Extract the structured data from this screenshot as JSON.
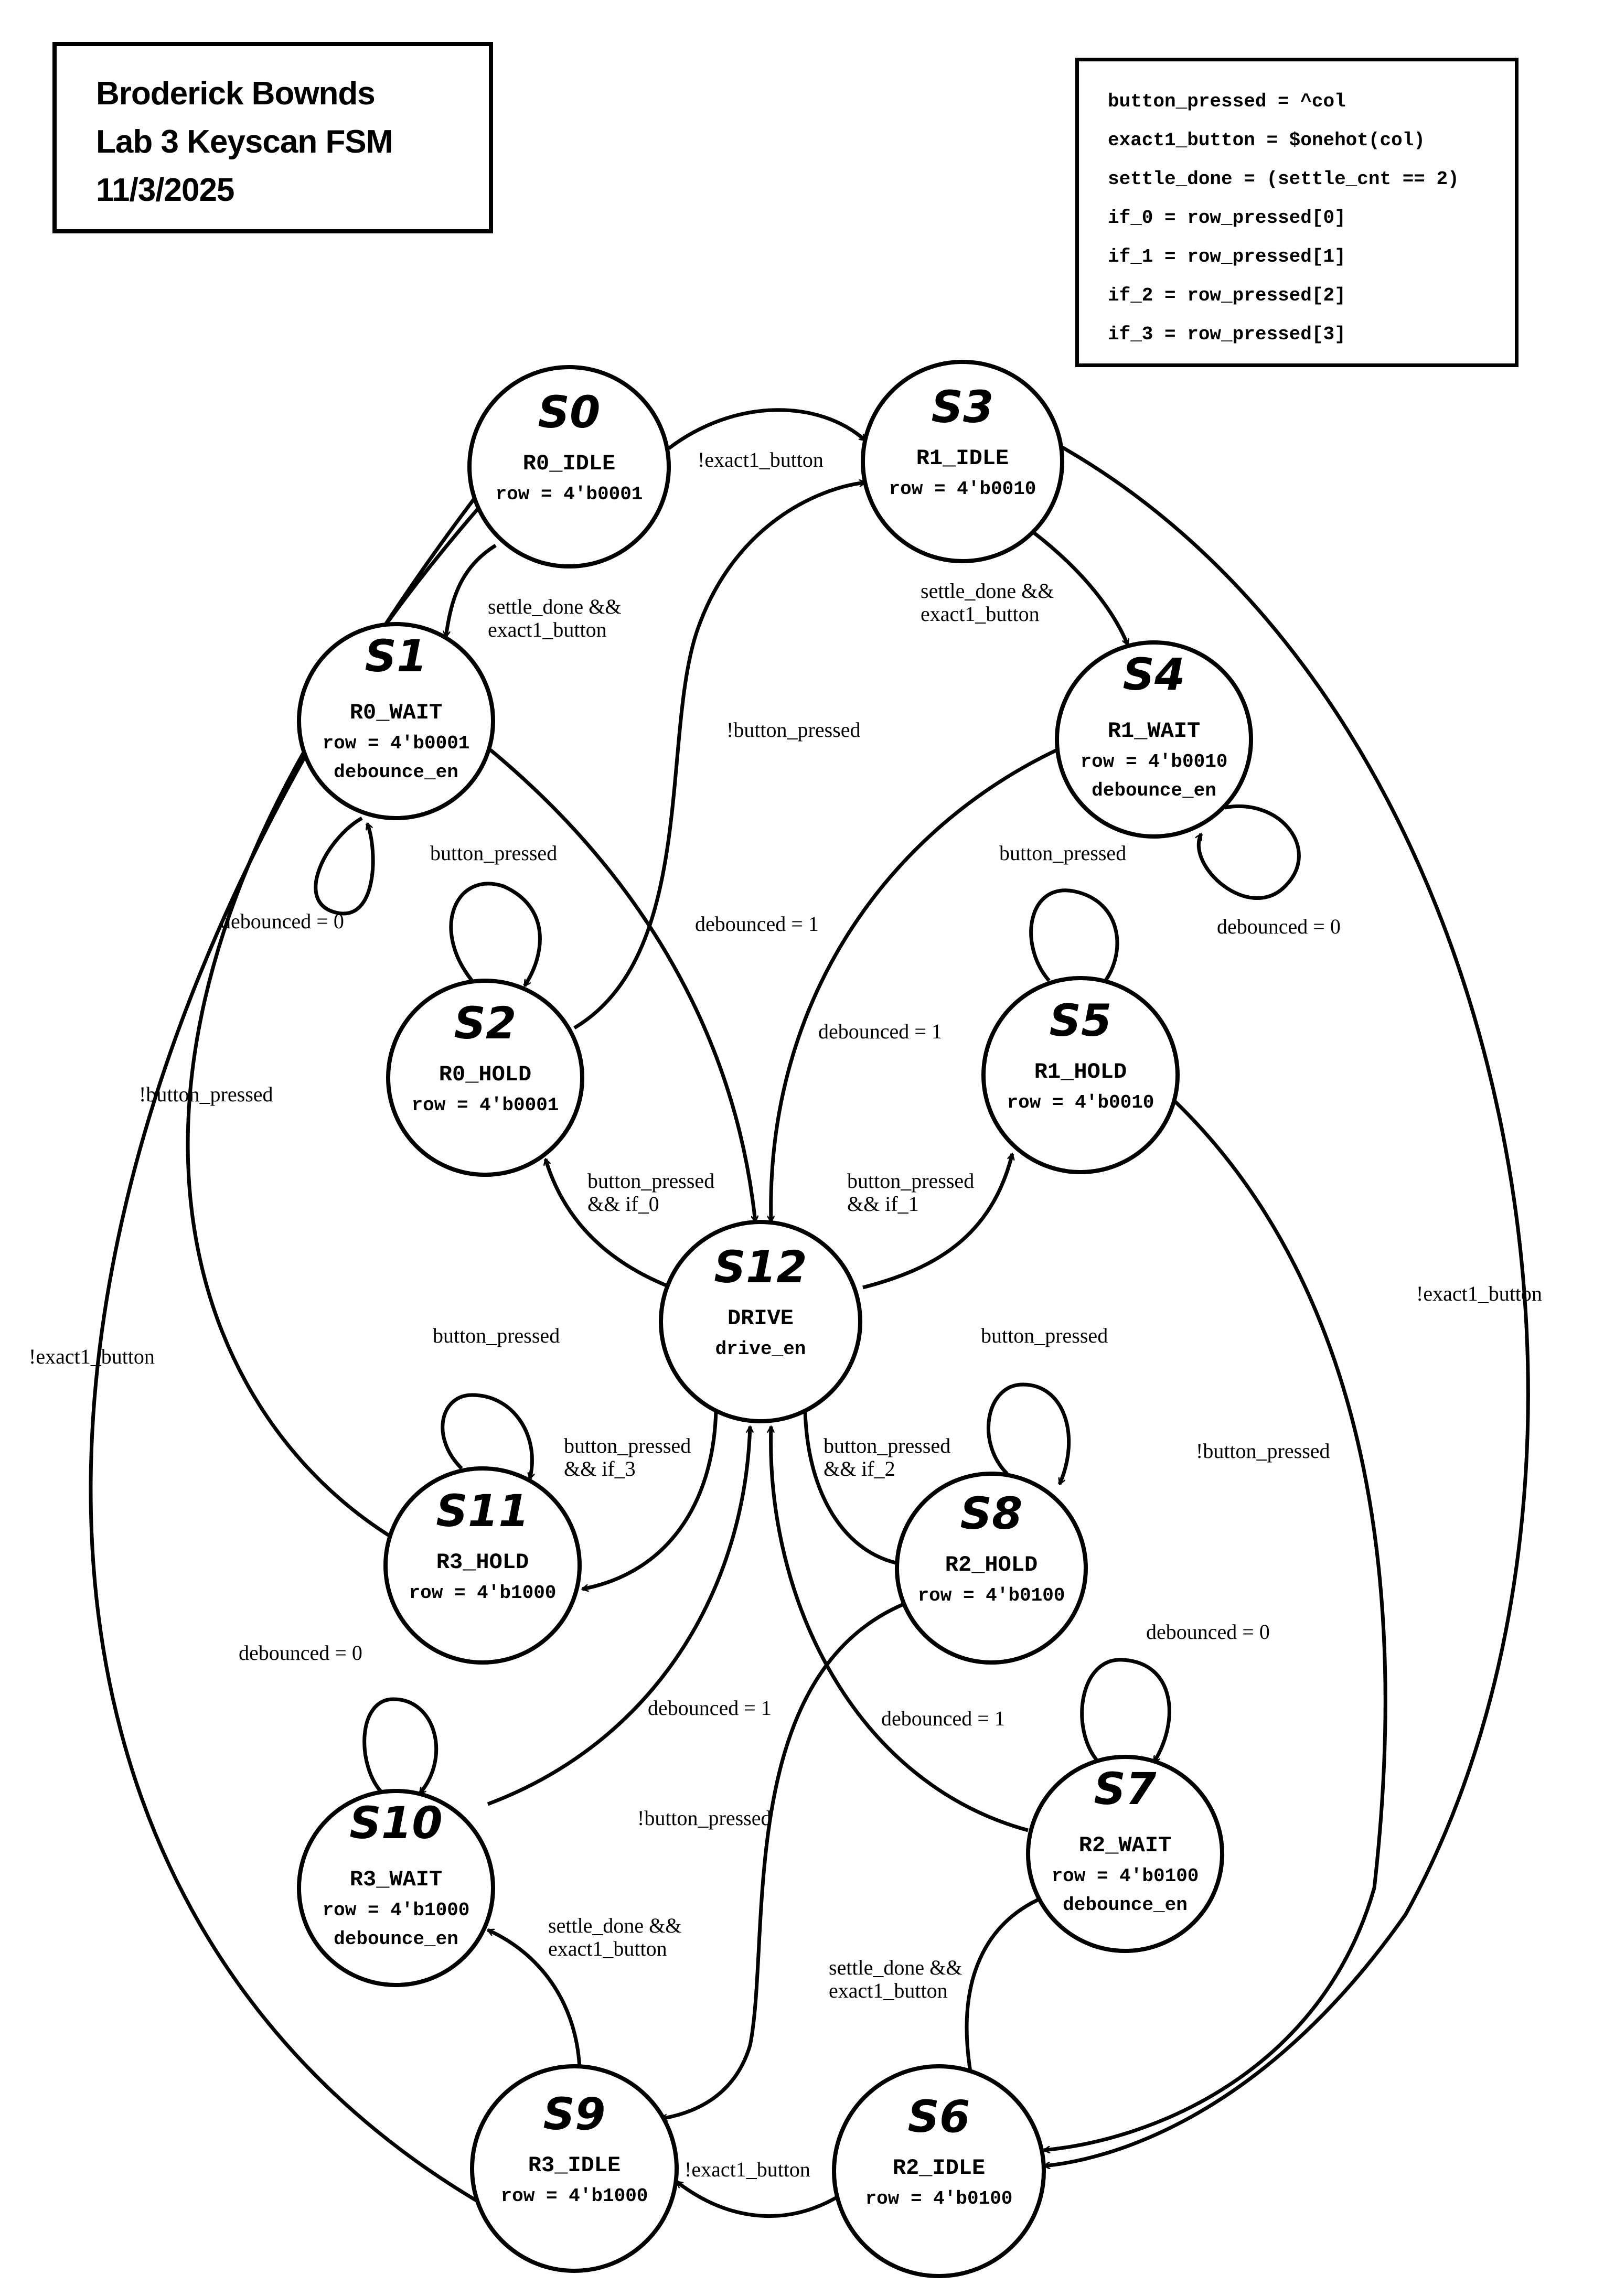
{
  "header": {
    "lines": [
      "Broderick Bownds",
      "Lab 3 Keyscan FSM",
      "11/3/2025"
    ]
  },
  "definitions": [
    "button_pressed = ^col",
    "exact1_button = $onehot(col)",
    "settle_done = (settle_cnt == 2)",
    "if_0 = row_pressed[0]",
    "if_1 = row_pressed[1]",
    "if_2 = row_pressed[2]",
    "if_3 = row_pressed[3]"
  ],
  "states": {
    "S0": {
      "id": "S0",
      "name": "R0_IDLE",
      "outputs": [
        "row = 4′b0001"
      ]
    },
    "S1": {
      "id": "S1",
      "name": "R0_WAIT",
      "outputs": [
        "row = 4′b0001",
        "debounce_en"
      ]
    },
    "S2": {
      "id": "S2",
      "name": "R0_HOLD",
      "outputs": [
        "row = 4′b0001"
      ]
    },
    "S3": {
      "id": "S3",
      "name": "R1_IDLE",
      "outputs": [
        "row = 4′b0010"
      ]
    },
    "S4": {
      "id": "S4",
      "name": "R1_WAIT",
      "outputs": [
        "row = 4′b0010",
        "debounce_en"
      ]
    },
    "S5": {
      "id": "S5",
      "name": "R1_HOLD",
      "outputs": [
        "row = 4′b0010"
      ]
    },
    "S6": {
      "id": "S6",
      "name": "R2_IDLE",
      "outputs": [
        "row = 4′b0100"
      ]
    },
    "S7": {
      "id": "S7",
      "name": "R2_WAIT",
      "outputs": [
        "row = 4′b0100",
        "debounce_en"
      ]
    },
    "S8": {
      "id": "S8",
      "name": "R2_HOLD",
      "outputs": [
        "row = 4′b0100"
      ]
    },
    "S9": {
      "id": "S9",
      "name": "R3_IDLE",
      "outputs": [
        "row = 4′b1000"
      ]
    },
    "S10": {
      "id": "S10",
      "name": "R3_WAIT",
      "outputs": [
        "row = 4′b1000",
        "debounce_en"
      ]
    },
    "S11": {
      "id": "S11",
      "name": "R3_HOLD",
      "outputs": [
        "row = 4′b1000"
      ]
    },
    "S12": {
      "id": "S12",
      "name": "DRIVE",
      "outputs": [
        "drive_en"
      ]
    }
  },
  "transitions": [
    {
      "from": "S0",
      "to": "S3",
      "label": [
        "!exact1_button"
      ]
    },
    {
      "from": "S0",
      "to": "S1",
      "label": [
        "settle_done &&",
        "exact1_button"
      ]
    },
    {
      "from": "S1",
      "to": "S1",
      "label": [
        "debounced = 0"
      ]
    },
    {
      "from": "S1",
      "to": "S12",
      "label": [
        "debounced = 1"
      ]
    },
    {
      "from": "S2",
      "to": "S2",
      "label": [
        "button_pressed"
      ]
    },
    {
      "from": "S2",
      "to": "S3",
      "label": [
        "!button_pressed"
      ]
    },
    {
      "from": "S3",
      "to": "S4",
      "label": [
        "settle_done &&",
        "exact1_button"
      ]
    },
    {
      "from": "S3",
      "to": "S6",
      "label": [
        "!exact1_button"
      ]
    },
    {
      "from": "S4",
      "to": "S4",
      "label": [
        "debounced = 0"
      ]
    },
    {
      "from": "S4",
      "to": "S12",
      "label": [
        "debounced = 1"
      ]
    },
    {
      "from": "S5",
      "to": "S5",
      "label": [
        "button_pressed"
      ]
    },
    {
      "from": "S5",
      "to": "S6",
      "label": [
        "!button_pressed"
      ]
    },
    {
      "from": "S12",
      "to": "S2",
      "label": [
        "button_pressed",
        "&& if_0"
      ]
    },
    {
      "from": "S12",
      "to": "S5",
      "label": [
        "button_pressed",
        "&& if_1"
      ]
    },
    {
      "from": "S12",
      "to": "S8",
      "label": [
        "button_pressed",
        "&& if_2"
      ]
    },
    {
      "from": "S12",
      "to": "S11",
      "label": [
        "button_pressed",
        "&& if_3"
      ]
    },
    {
      "from": "S11",
      "to": "S11",
      "label": [
        "button_pressed"
      ]
    },
    {
      "from": "S11",
      "to": "S0",
      "label": [
        "!button_pressed"
      ]
    },
    {
      "from": "S8",
      "to": "S8",
      "label": [
        "button_pressed"
      ]
    },
    {
      "from": "S8",
      "to": "S9",
      "label": [
        "!button_pressed"
      ]
    },
    {
      "from": "S7",
      "to": "S7",
      "label": [
        "debounced = 0"
      ]
    },
    {
      "from": "S7",
      "to": "S12",
      "label": [
        "debounced = 1"
      ]
    },
    {
      "from": "S10",
      "to": "S10",
      "label": [
        "debounced = 0"
      ]
    },
    {
      "from": "S10",
      "to": "S12",
      "label": [
        "debounced = 1"
      ]
    },
    {
      "from": "S6",
      "to": "S7",
      "label": [
        "settle_done &&",
        "exact1_button"
      ]
    },
    {
      "from": "S6",
      "to": "S9",
      "label": [
        "!exact1_button"
      ]
    },
    {
      "from": "S9",
      "to": "S10",
      "label": [
        "settle_done &&",
        "exact1_button"
      ]
    },
    {
      "from": "S9",
      "to": "S0",
      "label": [
        "!exact1_button"
      ]
    }
  ]
}
